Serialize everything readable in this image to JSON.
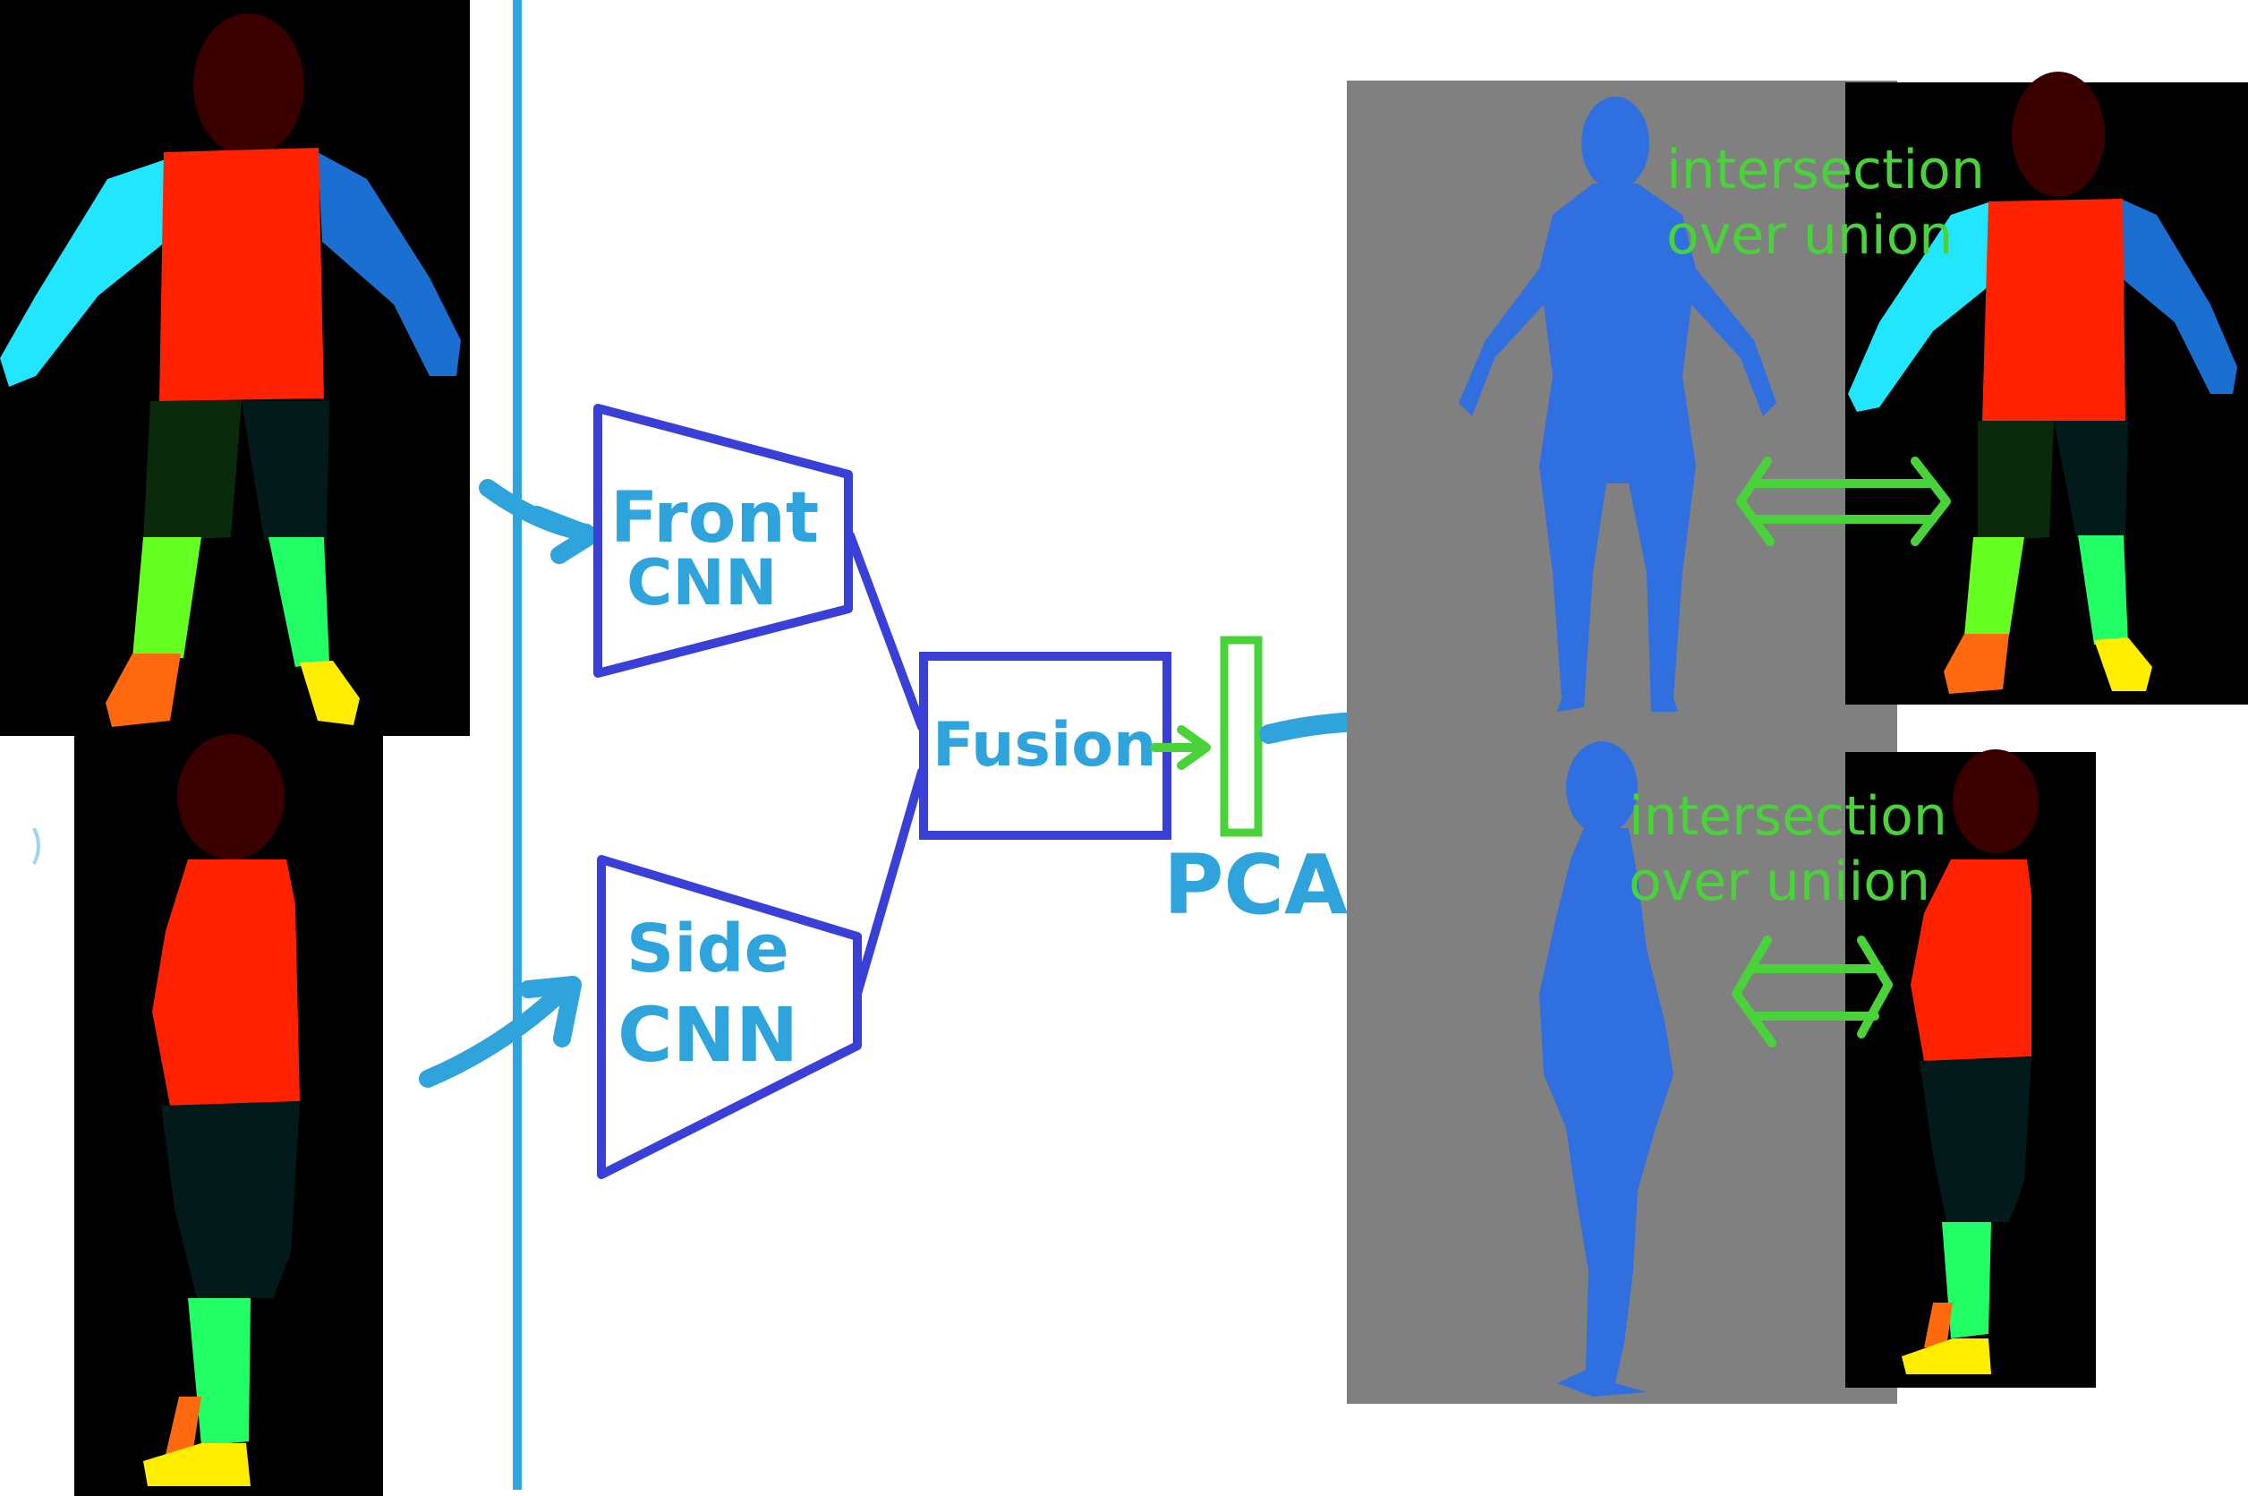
{
  "labels": {
    "front_cnn_line1": "Front",
    "front_cnn_line2": "CNN",
    "side_cnn_line1": "Side",
    "side_cnn_line2": "CNN",
    "fusion": "Fusion",
    "pca": "PCA",
    "iou_front_line1": "intersection",
    "iou_front_line2": "over union",
    "iou_side_line1": "intersection",
    "iou_side_line2": "over uniion"
  },
  "colors": {
    "background": "#ffffff",
    "silhouette_bg": "#000000",
    "render_bg": "#808080",
    "mesh": "#2f6fe0",
    "head": "#3a0000",
    "torso": "#ff2200",
    "left_arm": "#1a6fd0",
    "right_arm": "#22e6ff",
    "left_thigh": "#0b2a0b",
    "right_thigh": "#031a1a",
    "left_shin": "#66ff22",
    "right_shin": "#22ff66",
    "left_foot": "#ff6a10",
    "right_foot": "#ffee00",
    "arrow_blue": "#2fa3dc",
    "cnn_box": "#3a3fd8",
    "pca_green": "#4ad23a"
  }
}
